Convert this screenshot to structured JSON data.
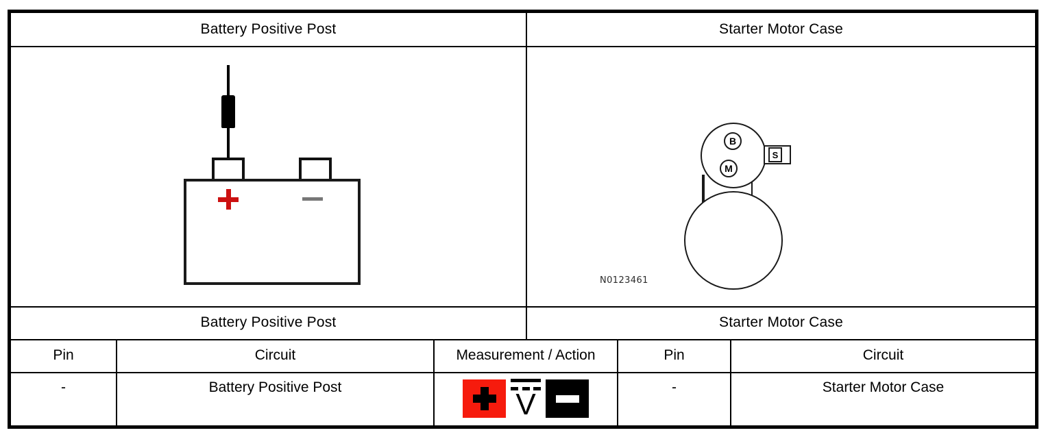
{
  "diagram_panels": [
    {
      "title": "Battery Positive Post",
      "figure": "battery-with-probe",
      "battery": {
        "positive_marking": "+",
        "negative_marking": "–",
        "probe_on_terminal": "positive"
      }
    },
    {
      "title": "Starter Motor Case",
      "figure": "starter-motor",
      "part_number": "N0123461",
      "terminals": [
        {
          "label": "B",
          "shape": "circle"
        },
        {
          "label": "M",
          "shape": "circle"
        },
        {
          "label": "S",
          "shape": "square"
        }
      ]
    }
  ],
  "section_titles": {
    "left": "Battery Positive Post",
    "right": "Starter Motor Case"
  },
  "table": {
    "columns": [
      "Pin",
      "Circuit",
      "Measurement / Action",
      "Pin",
      "Circuit"
    ],
    "rows": [
      {
        "left_pin": "-",
        "left_circuit": "Battery Positive Post",
        "measurement": {
          "positive_icon": "plus-icon",
          "meter_icon": "dc-voltage-icon",
          "meter_letter": "V",
          "negative_icon": "minus-icon"
        },
        "right_pin": "-",
        "right_circuit": "Starter Motor Case"
      }
    ]
  },
  "colors": {
    "positive_terminal": "#cc1111",
    "probe_red_background": "#f61b0d",
    "probe_black_background": "#000000",
    "border": "#000000"
  }
}
